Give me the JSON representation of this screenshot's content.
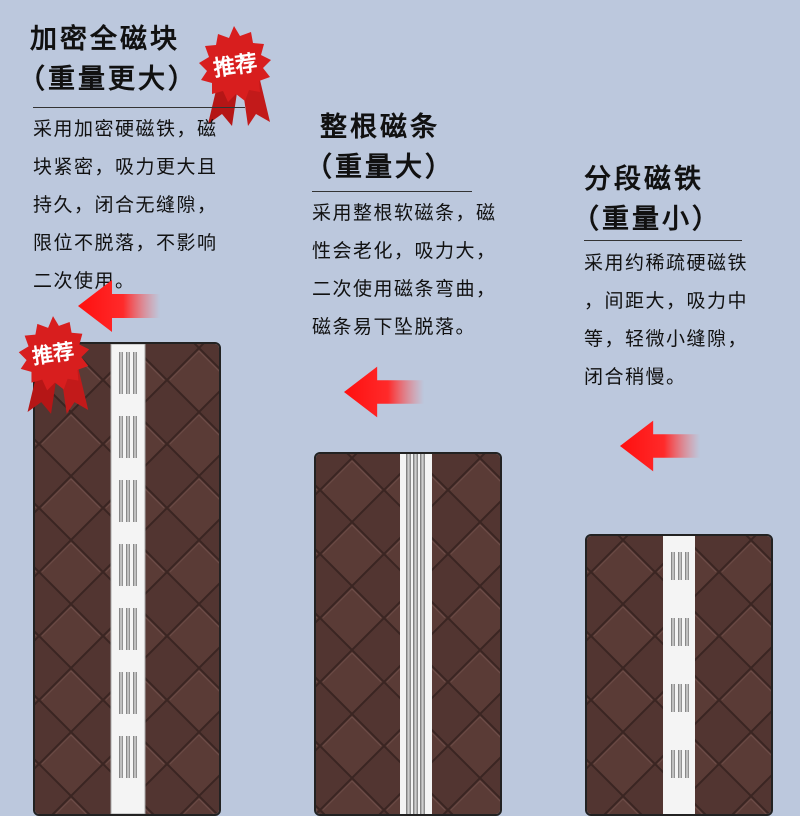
{
  "columns": [
    {
      "title": "加密全磁块",
      "subtitle": "（重量更大）",
      "badge": "推荐",
      "desc": [
        "采用加密硬磁铁，磁",
        "块紧密，吸力更大且",
        "持久，闭合无缝隙，",
        "限位不脱落，不影响",
        "二次使用。"
      ],
      "curtain_badge": "推荐",
      "magnet_type": "dense-blocks"
    },
    {
      "title": "整根磁条",
      "subtitle": "（重量大）",
      "desc": [
        "采用整根软磁条，磁",
        "性会老化，吸力大，",
        "二次使用磁条弯曲，",
        "磁条易下坠脱落。"
      ],
      "magnet_type": "full-strip"
    },
    {
      "title": "分段磁铁",
      "subtitle": "（重量小）",
      "desc": [
        "采用约稀疏硬磁铁",
        "，间距大，吸力中",
        "等，轻微小缝隙，",
        "闭合稍慢。"
      ],
      "magnet_type": "sparse-segments"
    }
  ],
  "colors": {
    "background": "#bcc8dd",
    "curtain": "#4f3430",
    "badge_red": "#d81e1e",
    "arrow_red": "#ff1a1a"
  }
}
